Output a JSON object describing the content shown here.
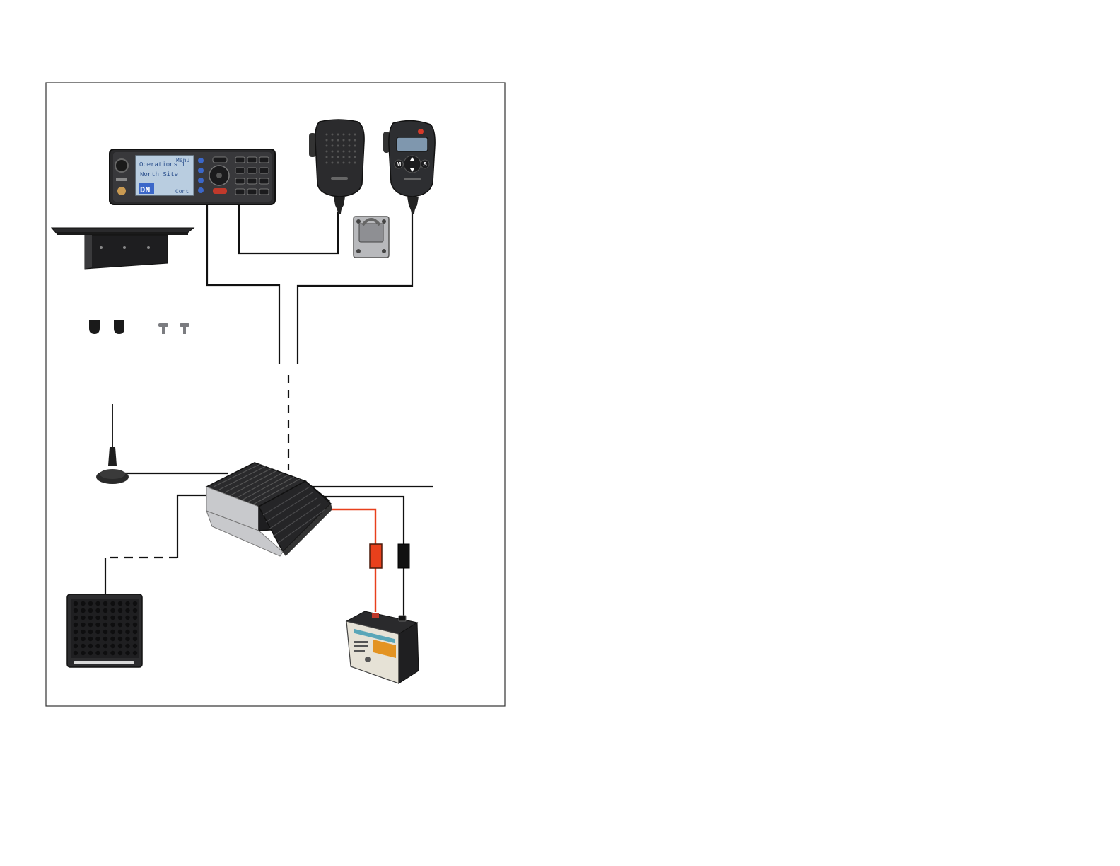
{
  "colors": {
    "frame": "#333333",
    "wire": "#111111",
    "power_wire": "#e8401c",
    "device_body": "#2a2a2c",
    "device_screen": "#b9cde0",
    "screen_text": "#2a4f8c",
    "accent_blue": "#3b67c9",
    "heatsink_silver": "#c8c9cc"
  },
  "icons": [
    "control-head-icon",
    "speaker-microphone-icon",
    "keypad-microphone-icon",
    "mic-clip-icon",
    "mounting-bracket-icon",
    "end-cap-icon",
    "screw-icon",
    "antenna-icon",
    "radio-unit-icon",
    "fuse-icon",
    "battery-icon",
    "speaker-icon"
  ],
  "control_head": {
    "screen_lines": [
      "Operations 1",
      "North Site"
    ],
    "menu_label": "Menu",
    "cont_label": "Cont",
    "logo": "DN"
  },
  "keypad_mic": {
    "button_left": "M",
    "button_right": "S"
  }
}
